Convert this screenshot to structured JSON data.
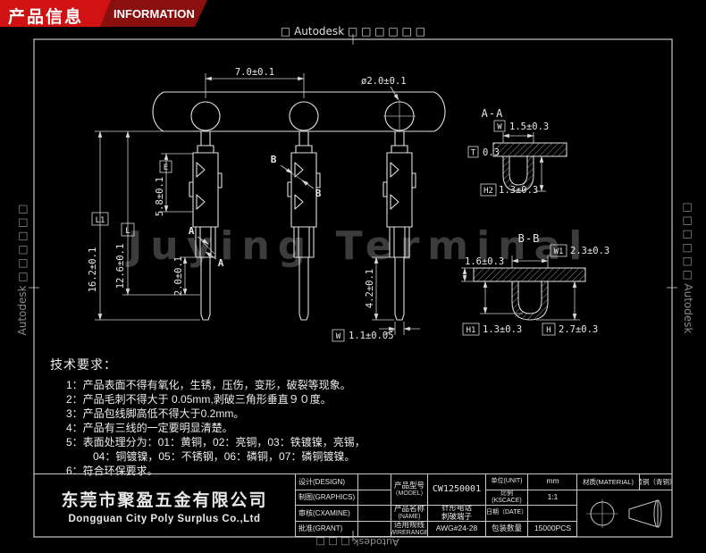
{
  "header": {
    "title_cn": "产品信息",
    "title_en": "INFORMATION"
  },
  "watermarks": {
    "top": "□ Autodesk □ □ □ □ □ □",
    "left": "Autodesk □ □ □ □ □ □",
    "right": "□ □ □ □ □ □ Autodesk",
    "bottom": "Autodesk □ □ □",
    "center": "Juying Terminal"
  },
  "drawing": {
    "dim_pitch": "7.0±0.1",
    "dim_diameter": "ø2.0±0.1",
    "dim_l1_label": "L1",
    "dim_l1": "16.2±0.1",
    "dim_l_label": "L",
    "dim_l": "12.6±0.1",
    "dim_e_label": "E",
    "dim_e": "5.8±0.1",
    "dim_crimp": "2.0±0.1",
    "dim_pin": "4.2±0.1",
    "dim_w_label": "W",
    "dim_w": "1.1±0.05",
    "cut_a": "A",
    "cut_b": "B",
    "section_aa": {
      "title": "A-A",
      "w_label": "W",
      "w": "1.5±0.3",
      "t_label": "T",
      "t": "0.3",
      "h2_label": "H2",
      "h2": "1.3±0.3"
    },
    "section_bb": {
      "title": "B-B",
      "w1_label": "W1",
      "w1": "2.3±0.3",
      "wall": "1.6±0.3",
      "h1_label": "H1",
      "h1": "1.3±0.3",
      "h_label": "H",
      "h": "2.7±0.3"
    }
  },
  "tech": {
    "title": "技术要求：",
    "items": [
      "1：产品表面不得有氧化，生锈，压伤，变形，破裂等现象。",
      "2：产品毛刺不得大于 0.05mm,剥破三角形垂直９０度。",
      "3：产品包线脚高低不得大于0.2mm。",
      "4：产品有三线的一定要明显清楚。",
      "5：表面处理分为：01：黄铜，02：亮铜，03：铁镀镍，亮锡，",
      "04：铜镀镍，05：不锈钢，06：磷铜，07：磷铜镀镍。",
      "6：符合环保要求。"
    ]
  },
  "titleblock": {
    "company_cn": "东莞市聚盈五金有限公司",
    "company_en": "Dongguan City Poly Surplus Co.,Ltd",
    "approval_labels": [
      "设计(DESIGN)",
      "制图(GRAPHICS)",
      "审核(CXAMINE)",
      "批准(GRANT)"
    ],
    "model_label": "产品型号",
    "model_sub": "（MODEL）",
    "model_value": "CW1250001",
    "unit_label": "单位(UNIT)",
    "unit_value": "mm",
    "scale_label": "比例(KSCACE)",
    "scale_value": "1:1",
    "name_label": "产品名称",
    "name_sub": "(NAME)",
    "name_value_1": "针形电话",
    "name_value_2": "刺破端子",
    "date_label": "日期（DATE）",
    "wire_label": "适用规线",
    "wire_sub": "(WIRERANGE)",
    "wire_value": "AWG#24-28",
    "qty_label": "包装数量",
    "qty_value": "15000PCS",
    "material_label": "材质(MATERIAL)",
    "material_value": "黄铜（青铜）"
  }
}
